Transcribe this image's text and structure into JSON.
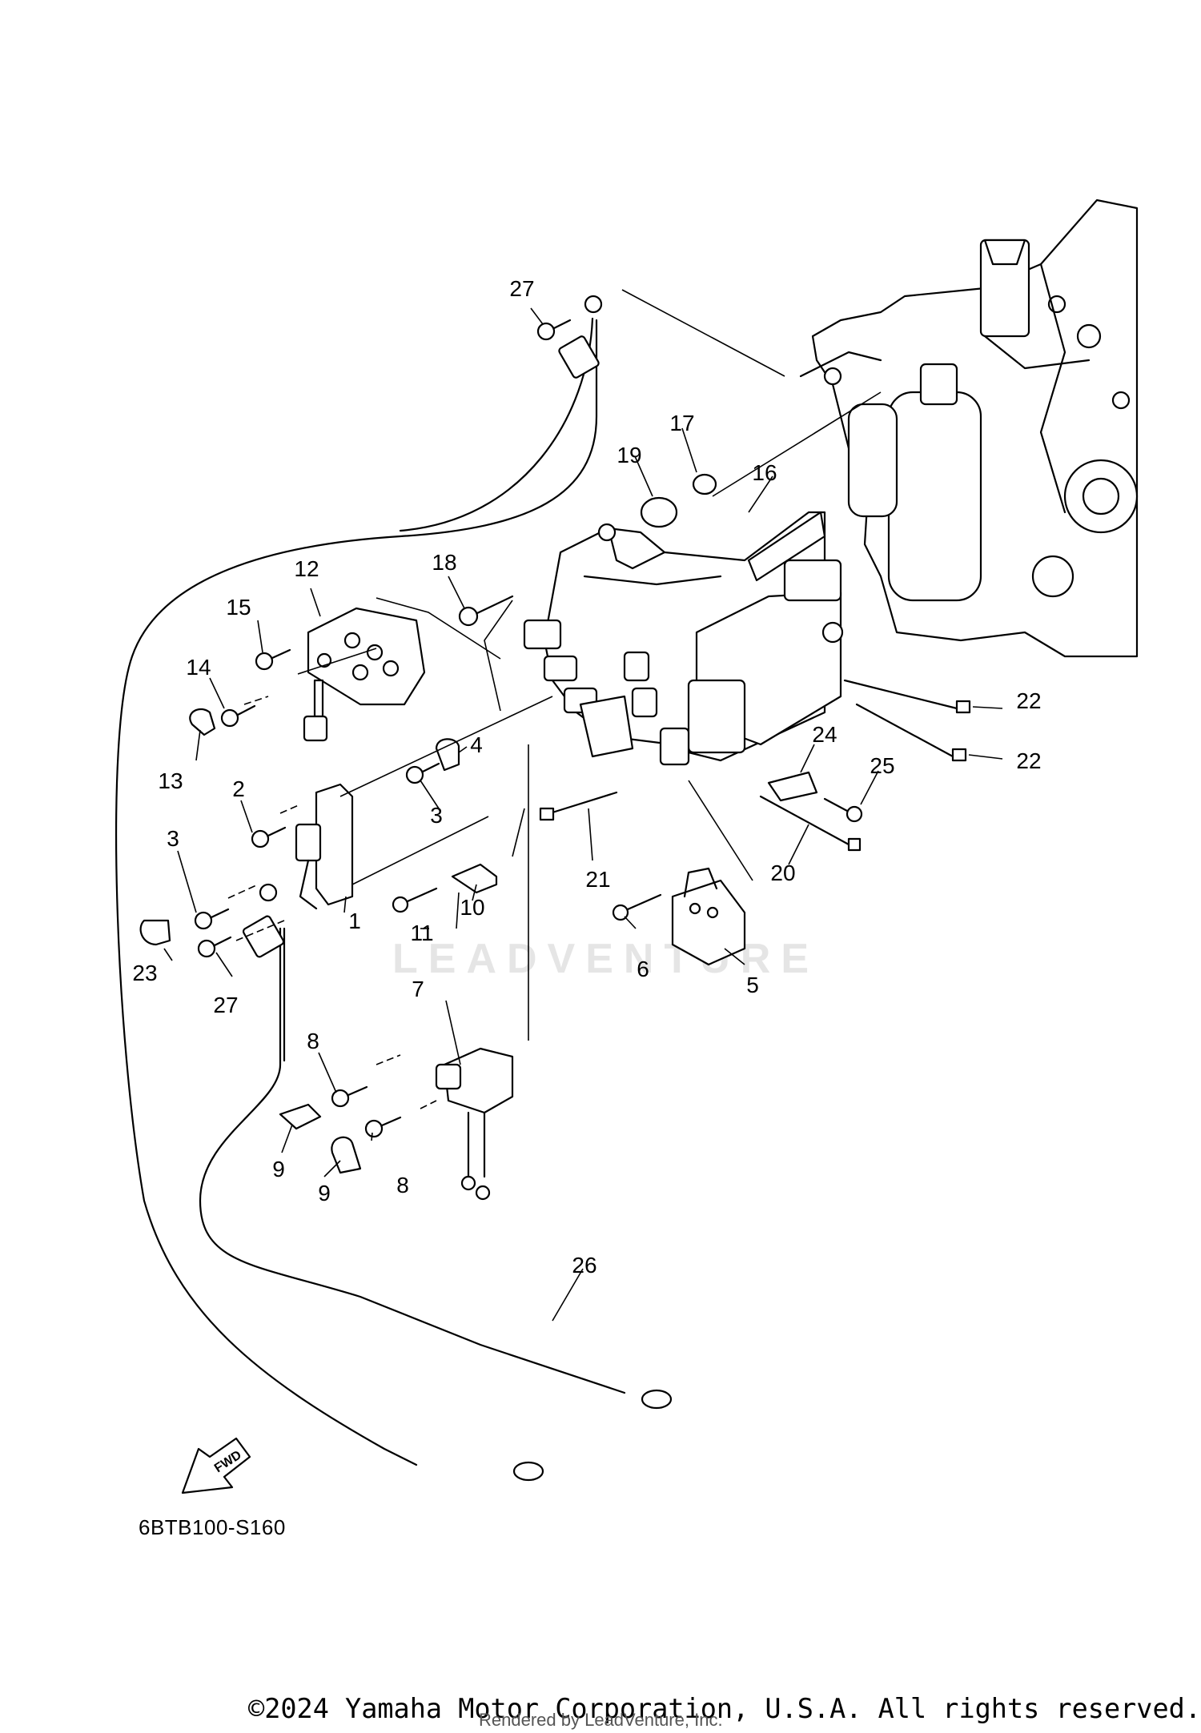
{
  "diagram": {
    "drawing_code": "6BTB100-S160",
    "direction_label": "FWD",
    "watermark": "LEADVENTURE",
    "copyright": "©2024 Yamaha Motor Corporation, U.S.A. All rights reserved.",
    "rendered_by": "Rendered by LeadVenture, Inc.",
    "callouts": [
      {
        "id": "c1",
        "label": "1"
      },
      {
        "id": "c2",
        "label": "2"
      },
      {
        "id": "c3a",
        "label": "3"
      },
      {
        "id": "c3b",
        "label": "3"
      },
      {
        "id": "c4",
        "label": "4"
      },
      {
        "id": "c5",
        "label": "5"
      },
      {
        "id": "c6",
        "label": "6"
      },
      {
        "id": "c7",
        "label": "7"
      },
      {
        "id": "c8a",
        "label": "8"
      },
      {
        "id": "c8b",
        "label": "8"
      },
      {
        "id": "c9a",
        "label": "9"
      },
      {
        "id": "c9b",
        "label": "9"
      },
      {
        "id": "c10",
        "label": "10"
      },
      {
        "id": "c11",
        "label": "11"
      },
      {
        "id": "c12",
        "label": "12"
      },
      {
        "id": "c13",
        "label": "13"
      },
      {
        "id": "c14",
        "label": "14"
      },
      {
        "id": "c15",
        "label": "15"
      },
      {
        "id": "c16",
        "label": "16"
      },
      {
        "id": "c17",
        "label": "17"
      },
      {
        "id": "c18",
        "label": "18"
      },
      {
        "id": "c19",
        "label": "19"
      },
      {
        "id": "c20",
        "label": "20"
      },
      {
        "id": "c21",
        "label": "21"
      },
      {
        "id": "c22a",
        "label": "22"
      },
      {
        "id": "c22b",
        "label": "22"
      },
      {
        "id": "c23",
        "label": "23"
      },
      {
        "id": "c24",
        "label": "24"
      },
      {
        "id": "c25",
        "label": "25"
      },
      {
        "id": "c26",
        "label": "26"
      },
      {
        "id": "c27a",
        "label": "27"
      },
      {
        "id": "c27b",
        "label": "27"
      }
    ]
  }
}
